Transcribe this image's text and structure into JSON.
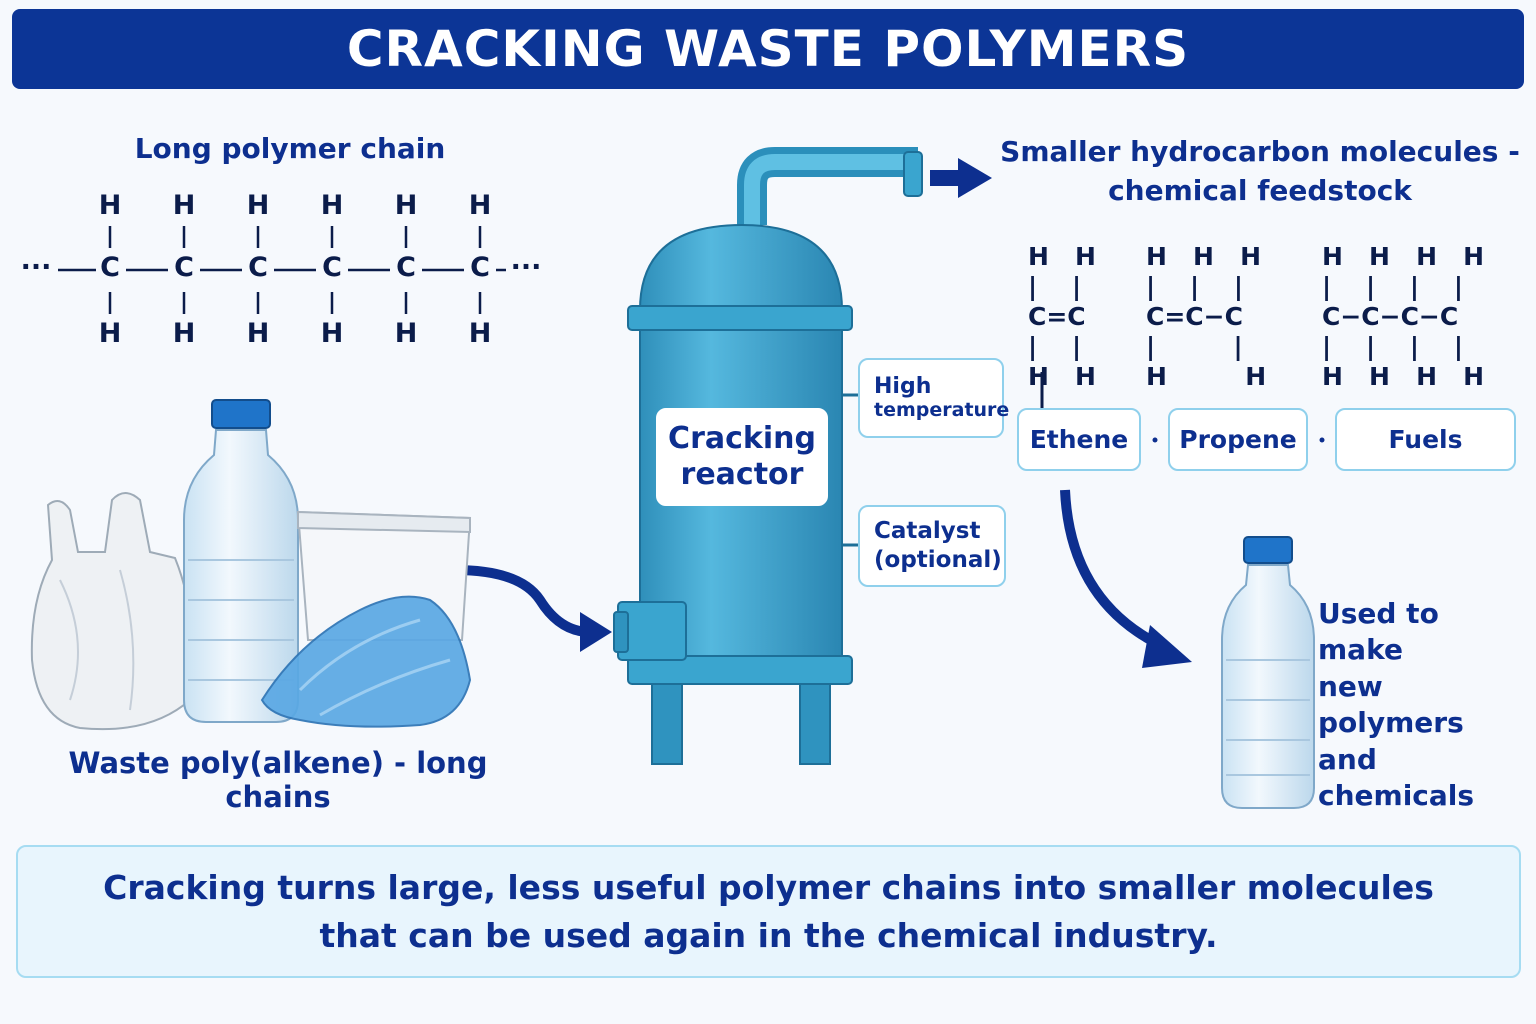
{
  "title": "CRACKING WASTE POLYMERS",
  "polymer_chain": {
    "heading": "Long polymer chain",
    "atom_h": "H",
    "atom_c": "C",
    "ellipsis": "···"
  },
  "waste_label": "Waste poly(alkene) - long chains",
  "reactor": {
    "label_line1": "Cracking",
    "label_line2": "reactor",
    "condition_1_line1": "High",
    "condition_1_line2": "temperature",
    "condition_2_line1": "Catalyst",
    "condition_2_line2": "(optional)"
  },
  "products": {
    "heading_line1": "Smaller hydrocarbon molecules -",
    "heading_line2": "chemical feedstock",
    "items": [
      "Ethene",
      "Propene",
      "Fuels"
    ]
  },
  "reuse": {
    "line1": "Used to make",
    "line2": "new polymers",
    "line3": "and chemicals"
  },
  "summary": {
    "line1": "Cracking turns large, less useful polymer chains into smaller molecules",
    "line2": "that can be used again in the chemical industry."
  },
  "colors": {
    "banner": "#0c3596",
    "text": "#0d2f8f",
    "reactor": "#3ba6cf",
    "arrow": "#0d2f8f",
    "box_border": "#8fd0ec"
  }
}
